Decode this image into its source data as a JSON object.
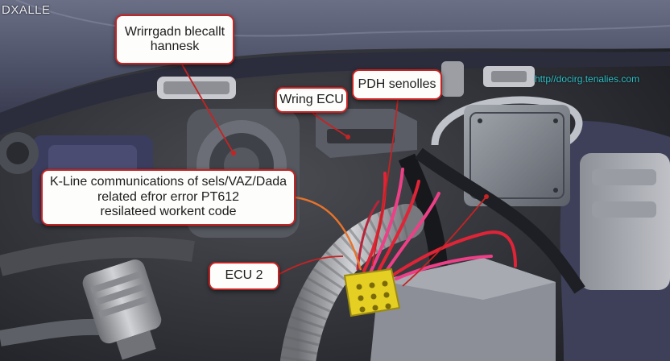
{
  "watermark": "DXALLE",
  "url_text": "http//docirg.tenalies.com",
  "callouts": {
    "harness": {
      "line1": "Wrirrgadn blecallt",
      "line2": "hannesk"
    },
    "wiring_ecu": {
      "label": "Wring ECU"
    },
    "pdh": {
      "label": "PDH senolles"
    },
    "kline": {
      "line1": "K-Line communications of sels/VAZ/Dada",
      "line2": "related efror error PT612",
      "line3": "resilateed workent code"
    },
    "ecu2": {
      "label": "ECU 2"
    }
  },
  "colors": {
    "callout_border": "#c62323",
    "leader_orange": "#e8732a",
    "wire_red": "#e02437",
    "wire_pink": "#ee3f86",
    "connector_yellow": "#e4cf22",
    "url_cyan": "#2fc0c8"
  }
}
